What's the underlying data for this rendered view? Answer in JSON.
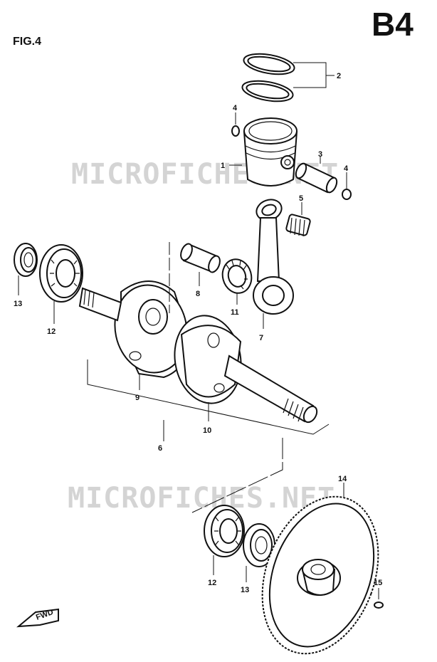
{
  "figure_label": "FIG.4",
  "page_code": "B4",
  "watermarks": [
    "MICROFICHES.NET",
    "MICROFICHES.NET"
  ],
  "fwd_label": "FWD",
  "callouts": {
    "piston": "1",
    "piston_rings": "2",
    "piston_pin": "3",
    "circlip_left": "4",
    "circlip_right": "4",
    "pin_bearing": "5",
    "crankshaft_assy": "6",
    "connecting_rod": "7",
    "crank_pin": "8",
    "crank_web_left": "9",
    "crank_web_right": "10",
    "needle_bearing": "11",
    "bearing_left": "12",
    "bearing_lower": "12",
    "oil_seal_left": "13",
    "oil_seal_lower": "13",
    "gear": "14",
    "key": "15"
  }
}
